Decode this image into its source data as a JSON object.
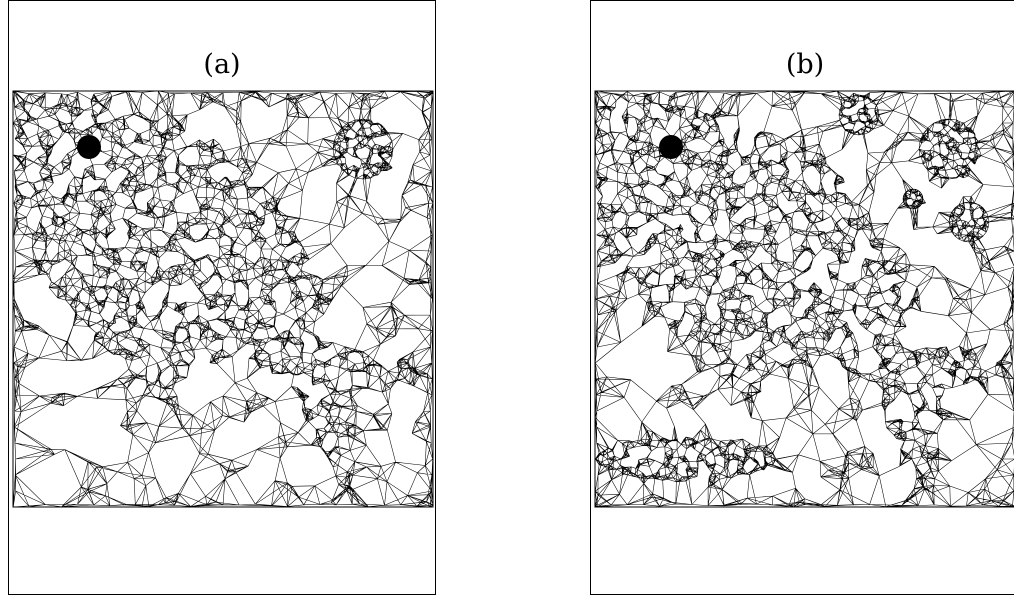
{
  "panels": [
    {
      "id": "a",
      "label": "(a)"
    },
    {
      "id": "b",
      "label": "(b)"
    }
  ],
  "colors": {
    "line": "#000000",
    "background": "#ffffff"
  }
}
